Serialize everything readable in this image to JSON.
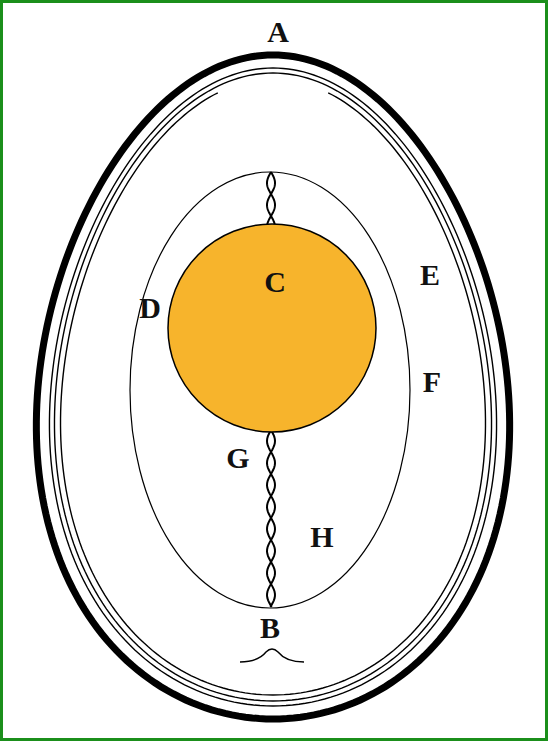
{
  "diagram": {
    "labels": [
      "A",
      "C",
      "D",
      "E",
      "F",
      "G",
      "H",
      "B"
    ]
  }
}
